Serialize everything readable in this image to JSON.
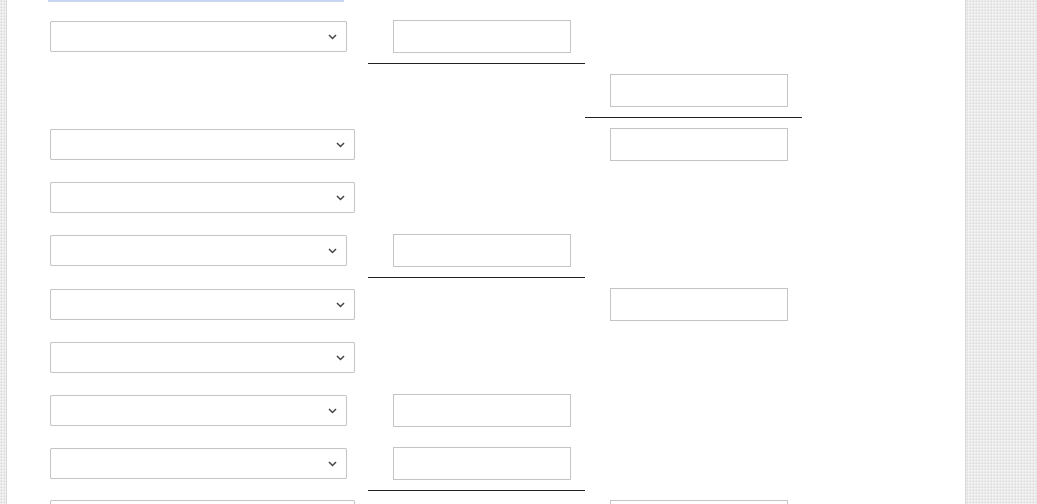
{
  "form": {
    "dropdowns": [
      {
        "id": "account-1",
        "value": ""
      },
      {
        "id": "account-2",
        "value": ""
      },
      {
        "id": "account-3",
        "value": ""
      },
      {
        "id": "account-4",
        "value": ""
      },
      {
        "id": "account-5",
        "value": ""
      },
      {
        "id": "account-6",
        "value": ""
      },
      {
        "id": "account-7",
        "value": ""
      },
      {
        "id": "account-8",
        "value": ""
      },
      {
        "id": "account-9",
        "value": ""
      }
    ],
    "amount_inputs": [
      {
        "value": "",
        "placeholder": ""
      },
      {
        "value": "",
        "placeholder": ""
      },
      {
        "value": "",
        "placeholder": ""
      },
      {
        "value": "",
        "placeholder": ""
      }
    ],
    "total_inputs": [
      {
        "value": "",
        "placeholder": ""
      },
      {
        "value": "",
        "placeholder": ""
      },
      {
        "value": "",
        "placeholder": ""
      },
      {
        "value": "",
        "placeholder": ""
      }
    ]
  },
  "icons": {
    "dropdown": "chevron-down-icon"
  },
  "colors": {
    "border": "#c4c4c4",
    "rule": "#222222",
    "panel": "#ffffff",
    "highlight": "#c7d6ee"
  }
}
